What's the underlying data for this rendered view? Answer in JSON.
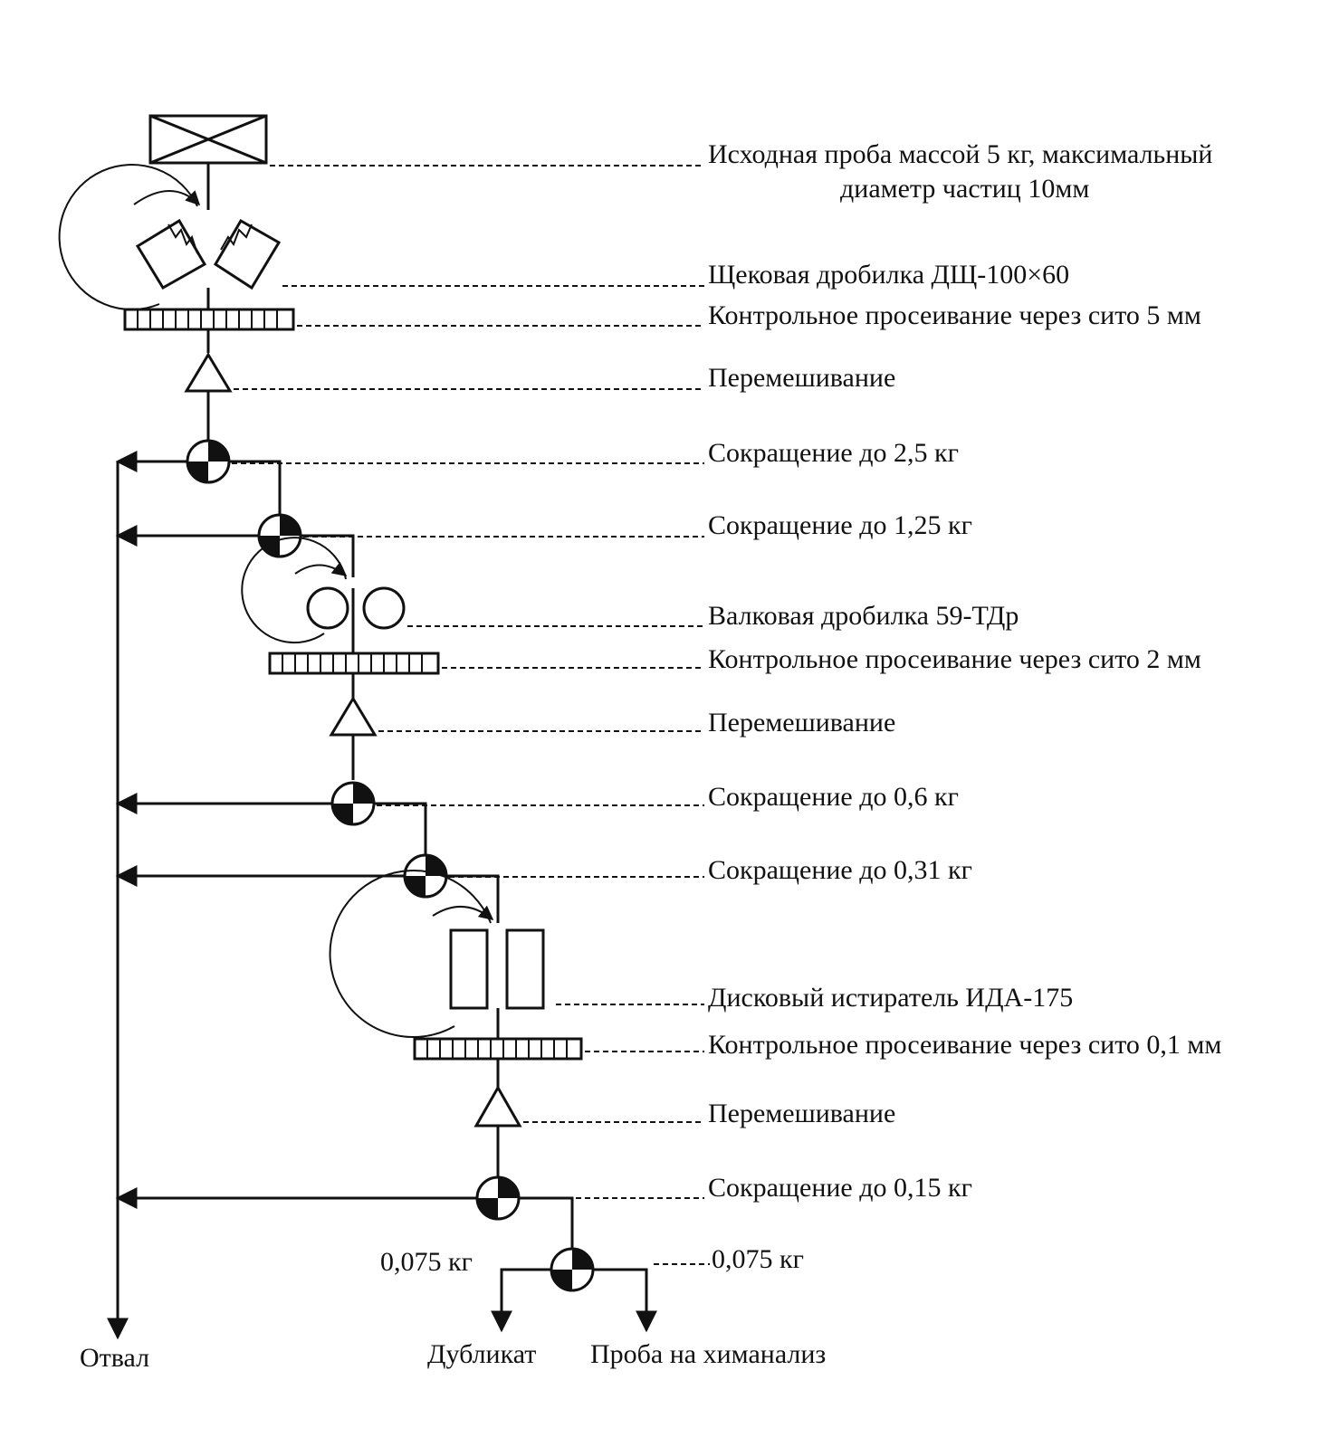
{
  "steps": {
    "initial_sample_line1": "Исходная проба массой 5 кг, максимальный",
    "initial_sample_line2": "диаметр частиц 10мм",
    "jaw_crusher": "Щековая дробилка ДЩ-100×60",
    "sieve_5mm": "Контрольное просеивание через сито 5 мм",
    "mixing_1": "Перемешивание",
    "reduce_2_5": "Сокращение до 2,5 кг",
    "reduce_1_25": "Сокращение до 1,25 кг",
    "roll_crusher": "Валковая дробилка 59-ТДр",
    "sieve_2mm": "Контрольное просеивание через сито 2 мм",
    "mixing_2": "Перемешивание",
    "reduce_0_6": "Сокращение до 0,6 кг",
    "reduce_0_31": "Сокращение до 0,31 кг",
    "disc_grinder": "Дисковый истиратель ИДА-175",
    "sieve_0_1mm": "Контрольное просеивание через сито 0,1 мм",
    "mixing_3": "Перемешивание",
    "reduce_0_15": "Сокращение до 0,15 кг",
    "split_left_mass": "0,075 кг",
    "split_right_mass": "0,075 кг"
  },
  "outputs": {
    "waste": "Отвал",
    "duplicate": "Дубликат",
    "chem_sample": "Проба на химанализ"
  }
}
